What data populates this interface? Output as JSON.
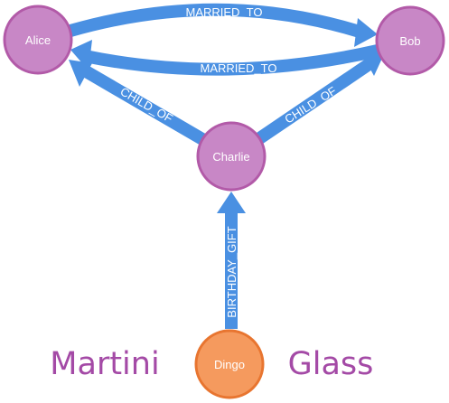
{
  "colors": {
    "edge": "#4a90e2",
    "node_purple_fill": "#c887c6",
    "node_purple_stroke": "#b25aa8",
    "node_orange_fill": "#f59a5e",
    "node_orange_stroke": "#e87530",
    "caption": "#a44aa6"
  },
  "nodes": {
    "alice": "Alice",
    "bob": "Bob",
    "charlie": "Charlie",
    "dingo": "Dingo"
  },
  "edges": {
    "alice_to_bob": "MARRIED_TO",
    "bob_to_alice": "MARRIED_TO",
    "charlie_to_alice": "CHILD_OF",
    "charlie_to_bob": "CHILD_OF",
    "dingo_to_charlie": "BIRTHDAY_GIFT"
  },
  "caption": {
    "left": "Martini",
    "right": "Glass"
  }
}
